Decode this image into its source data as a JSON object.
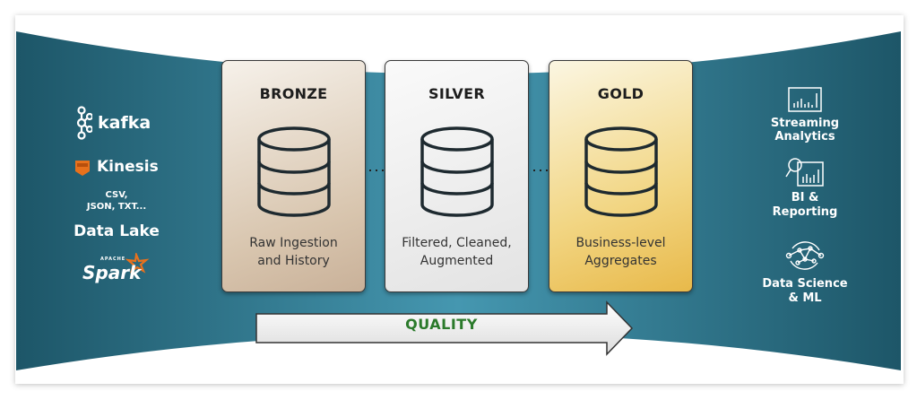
{
  "sources": {
    "kafka": "kafka",
    "kinesis": "Kinesis",
    "formats_line1": "CSV,",
    "formats_line2": "JSON, TXT...",
    "data_lake": "Data Lake",
    "spark": "Spark",
    "spark_apache": "APACHE"
  },
  "layers": [
    {
      "title": "BRONZE",
      "desc1": "Raw Ingestion",
      "desc2": "and History"
    },
    {
      "title": "SILVER",
      "desc1": "Filtered, Cleaned,",
      "desc2": "Augmented"
    },
    {
      "title": "GOLD",
      "desc1": "Business-level",
      "desc2": "Aggregates"
    }
  ],
  "quality_label": "QUALITY",
  "outputs": [
    {
      "line1": "Streaming",
      "line2": "Analytics",
      "icon": "bar-chart-icon"
    },
    {
      "line1": "BI &",
      "line2": "Reporting",
      "icon": "magnifier-chart-icon"
    },
    {
      "line1": "Data Science",
      "line2": "& ML",
      "icon": "network-icon"
    }
  ],
  "colors": {
    "band_dark": "#1d5668",
    "band_light": "#3e8ea6",
    "quality": "#2b7a2b",
    "spark_star": "#e8711c",
    "kinesis": "#e8711c"
  }
}
